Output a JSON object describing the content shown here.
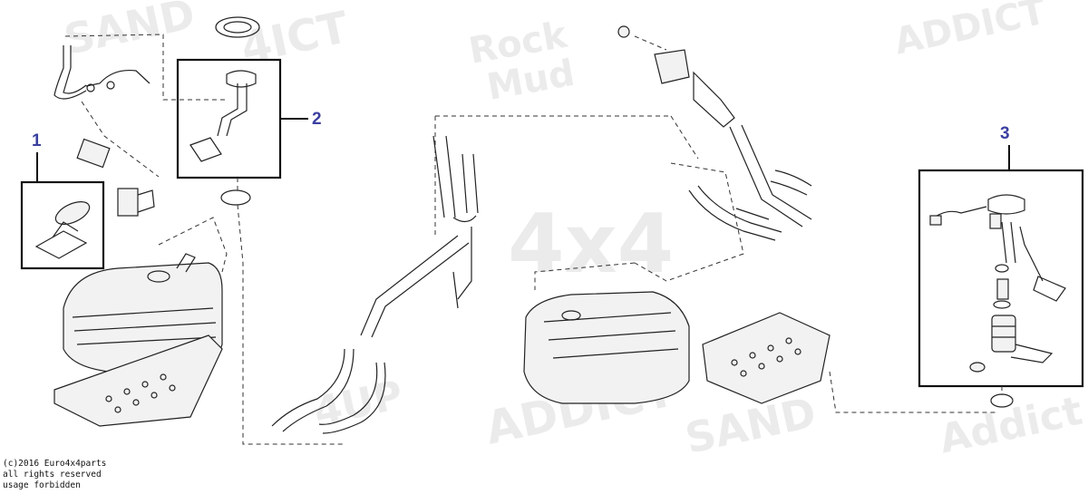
{
  "callouts": [
    {
      "number": "1"
    },
    {
      "number": "2"
    },
    {
      "number": "3"
    }
  ],
  "copyright": {
    "line1": "(c)2016 Euro4x4parts",
    "line2": "all rights reserved",
    "line3": "usage forbidden"
  }
}
